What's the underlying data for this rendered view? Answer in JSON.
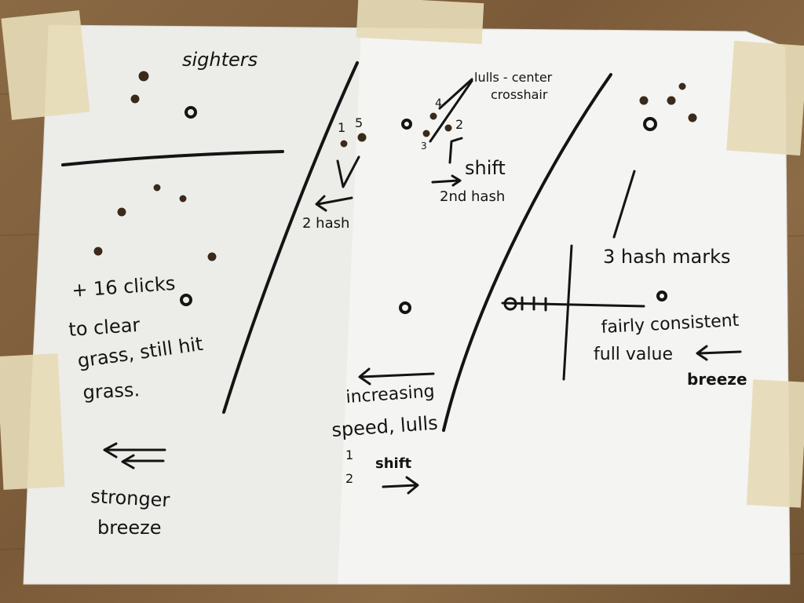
{
  "colors": {
    "table": "#7d5e3c",
    "paper": "#f4f4f2",
    "tape": "#e6dcb8",
    "ink": "#141414",
    "hole": "#3b2a1a"
  },
  "panel1": {
    "title": "sighters",
    "note_line1": "+ 16 clicks",
    "note_line2": "to clear",
    "note_line3": "grass, still hit",
    "note_line4": "grass.",
    "wind_line1": "stronger",
    "wind_line2": "breeze"
  },
  "panel2": {
    "shot_1": "1",
    "shot_5": "5",
    "shot_4": "4",
    "shot_3": "3",
    "shot_2": "2",
    "lulls_line1": "lulls - center",
    "lulls_line2": "crosshair",
    "shift_label": "shift",
    "second_hash": "2nd hash",
    "two_hash": "2 hash",
    "increasing_line1": "increasing",
    "increasing_line2": "speed, lulls",
    "seq_1": "1",
    "seq_2": "2",
    "shift_label_2": "shift"
  },
  "panel3": {
    "hash_marks": "3 hash marks",
    "fairly_line1": "fairly consistent",
    "fairly_line2": "full value",
    "breeze": "breeze"
  },
  "icons": [
    "bullet-hole-icon",
    "aim-point-icon",
    "wind-arrow-icon",
    "reticle-icon"
  ]
}
